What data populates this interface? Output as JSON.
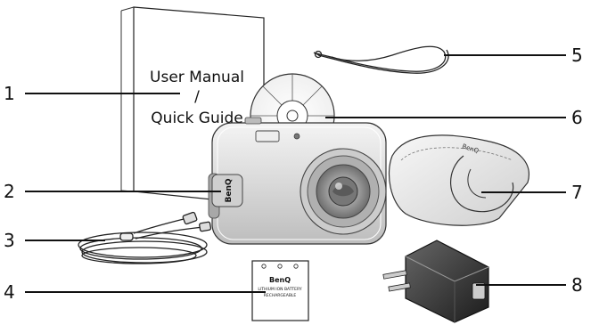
{
  "manual": {
    "line1": "User Manual",
    "line2": "/",
    "line3": "Quick Guide"
  },
  "callouts": [
    {
      "number": "1",
      "item": "user-manual"
    },
    {
      "number": "2",
      "item": "camera"
    },
    {
      "number": "3",
      "item": "usb-cable"
    },
    {
      "number": "4",
      "item": "battery"
    },
    {
      "number": "5",
      "item": "wrist-strap"
    },
    {
      "number": "6",
      "item": "cd-rom"
    },
    {
      "number": "7",
      "item": "pouch"
    },
    {
      "number": "8",
      "item": "power-adapter"
    }
  ],
  "brand": "BenQ",
  "battery": {
    "brand": "BenQ",
    "line1": "LITHIUM ION BATTERY",
    "line2": "RECHARGEABLE"
  }
}
